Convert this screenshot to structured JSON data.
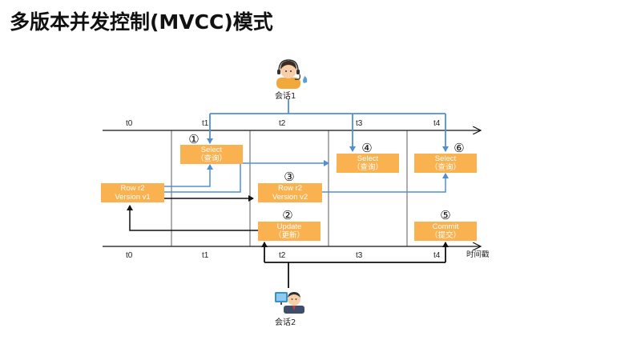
{
  "title": "多版本并发控制(MVCC)模式",
  "time_labels_top": [
    "t0",
    "t1",
    "t2",
    "t3",
    "t4"
  ],
  "time_labels_bottom": [
    "t0",
    "t1",
    "t2",
    "t3",
    "t4"
  ],
  "time_axis_label": "时间戳",
  "session1": {
    "label": "会话1",
    "icon": "customer-service-agent-icon"
  },
  "session2": {
    "label": "会话2",
    "icon": "office-worker-icon"
  },
  "boxes": {
    "row_v1": {
      "line1": "Row r2",
      "line2": "Version v1"
    },
    "select1": {
      "line1": "Select",
      "line2": "（查询）"
    },
    "update": {
      "line1": "Update",
      "line2": "（更新）"
    },
    "row_v2": {
      "line1": "Row r2",
      "line2": "Version v2"
    },
    "select4": {
      "line1": "Select",
      "line2": "（查询）"
    },
    "select6": {
      "line1": "Select",
      "line2": "（查询）"
    },
    "commit": {
      "line1": "Commit",
      "line2": "（提交）"
    }
  },
  "steps": {
    "s1": "①",
    "s2": "②",
    "s3": "③",
    "s4": "④",
    "s5": "⑤",
    "s6": "⑥"
  },
  "colors": {
    "box": "#f9b24f",
    "blue_arrow": "#4f8fd8",
    "black_arrow": "#111111"
  }
}
